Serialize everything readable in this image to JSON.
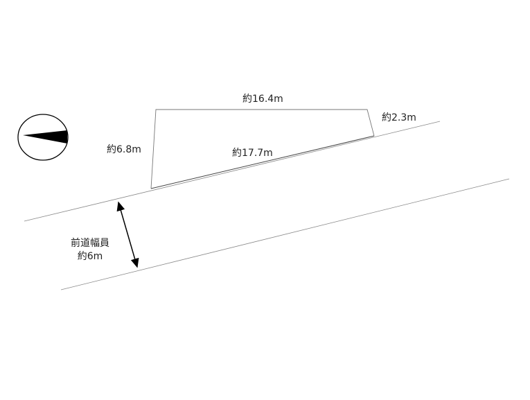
{
  "labels": {
    "top_width": "約16.4m",
    "side_right": "約2.3m",
    "side_left": "約6.8m",
    "frontage": "約17.7m",
    "road_title": "前道幅員",
    "road_width": "約6m"
  },
  "compass": {
    "icon": "north-arrow-icon"
  }
}
